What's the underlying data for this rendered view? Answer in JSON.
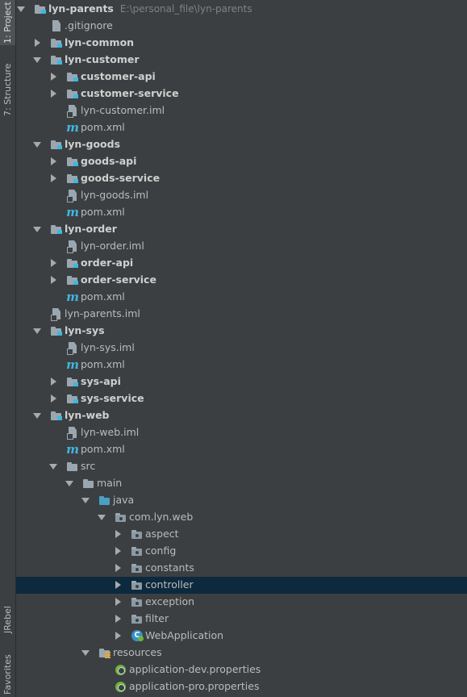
{
  "side_tabs": {
    "project": "1: Project",
    "structure": "7: Structure",
    "jrebel": "JRebel",
    "favorites": "Favorites"
  },
  "tree": [
    {
      "id": "lyn-parents",
      "label": "lyn-parents",
      "hint": "E:\\personal_file\\lyn-parents",
      "bold": true,
      "icon": "module-folder",
      "depth": 0,
      "arrow": "down"
    },
    {
      "id": "gitignore",
      "label": ".gitignore",
      "icon": "file",
      "depth": 1
    },
    {
      "id": "lyn-common",
      "label": "lyn-common",
      "bold": true,
      "icon": "module-folder",
      "depth": 1,
      "arrow": "right"
    },
    {
      "id": "lyn-customer",
      "label": "lyn-customer",
      "bold": true,
      "icon": "module-folder",
      "depth": 1,
      "arrow": "down"
    },
    {
      "id": "customer-api",
      "label": "customer-api",
      "bold": true,
      "icon": "module-folder",
      "depth": 2,
      "arrow": "right"
    },
    {
      "id": "customer-service",
      "label": "customer-service",
      "bold": true,
      "icon": "module-folder",
      "depth": 2,
      "arrow": "right"
    },
    {
      "id": "lyn-customer-iml",
      "label": "lyn-customer.iml",
      "icon": "iml",
      "depth": 2
    },
    {
      "id": "customer-pom",
      "label": "pom.xml",
      "icon": "maven",
      "depth": 2
    },
    {
      "id": "lyn-goods",
      "label": "lyn-goods",
      "bold": true,
      "icon": "module-folder",
      "depth": 1,
      "arrow": "down"
    },
    {
      "id": "goods-api",
      "label": "goods-api",
      "bold": true,
      "icon": "module-folder",
      "depth": 2,
      "arrow": "right"
    },
    {
      "id": "goods-service",
      "label": "goods-service",
      "bold": true,
      "icon": "module-folder",
      "depth": 2,
      "arrow": "right"
    },
    {
      "id": "lyn-goods-iml",
      "label": "lyn-goods.iml",
      "icon": "iml",
      "depth": 2
    },
    {
      "id": "goods-pom",
      "label": "pom.xml",
      "icon": "maven",
      "depth": 2
    },
    {
      "id": "lyn-order",
      "label": "lyn-order",
      "bold": true,
      "icon": "module-folder",
      "depth": 1,
      "arrow": "down"
    },
    {
      "id": "lyn-order-iml",
      "label": "lyn-order.iml",
      "icon": "iml",
      "depth": 2
    },
    {
      "id": "order-api",
      "label": "order-api",
      "bold": true,
      "icon": "module-folder",
      "depth": 2,
      "arrow": "right"
    },
    {
      "id": "order-service",
      "label": "order-service",
      "bold": true,
      "icon": "module-folder",
      "depth": 2,
      "arrow": "right"
    },
    {
      "id": "order-pom",
      "label": "pom.xml",
      "icon": "maven",
      "depth": 2
    },
    {
      "id": "lyn-parents-iml",
      "label": "lyn-parents.iml",
      "icon": "iml",
      "depth": 1
    },
    {
      "id": "lyn-sys",
      "label": "lyn-sys",
      "bold": true,
      "icon": "module-folder",
      "depth": 1,
      "arrow": "down"
    },
    {
      "id": "lyn-sys-iml",
      "label": "lyn-sys.iml",
      "icon": "iml",
      "depth": 2
    },
    {
      "id": "sys-pom",
      "label": "pom.xml",
      "icon": "maven",
      "depth": 2
    },
    {
      "id": "sys-api",
      "label": "sys-api",
      "bold": true,
      "icon": "module-folder",
      "depth": 2,
      "arrow": "right"
    },
    {
      "id": "sys-service",
      "label": "sys-service",
      "bold": true,
      "icon": "module-folder",
      "depth": 2,
      "arrow": "right"
    },
    {
      "id": "lyn-web",
      "label": "lyn-web",
      "bold": true,
      "icon": "module-folder",
      "depth": 1,
      "arrow": "down"
    },
    {
      "id": "lyn-web-iml",
      "label": "lyn-web.iml",
      "icon": "iml",
      "depth": 2
    },
    {
      "id": "web-pom",
      "label": "pom.xml",
      "icon": "maven",
      "depth": 2
    },
    {
      "id": "src",
      "label": "src",
      "icon": "folder",
      "depth": 2,
      "arrow": "down"
    },
    {
      "id": "main",
      "label": "main",
      "icon": "folder",
      "depth": 3,
      "arrow": "down"
    },
    {
      "id": "java",
      "label": "java",
      "icon": "src-folder",
      "depth": 4,
      "arrow": "down"
    },
    {
      "id": "com-lyn-web",
      "label": "com.lyn.web",
      "icon": "package",
      "depth": 5,
      "arrow": "down"
    },
    {
      "id": "aspect",
      "label": "aspect",
      "icon": "package",
      "depth": 6,
      "arrow": "right"
    },
    {
      "id": "config",
      "label": "config",
      "icon": "package",
      "depth": 6,
      "arrow": "right"
    },
    {
      "id": "constants",
      "label": "constants",
      "icon": "package",
      "depth": 6,
      "arrow": "right"
    },
    {
      "id": "controller",
      "label": "controller",
      "icon": "package",
      "depth": 6,
      "arrow": "right",
      "selected": true
    },
    {
      "id": "exception",
      "label": "exception",
      "icon": "package",
      "depth": 6,
      "arrow": "right"
    },
    {
      "id": "filter",
      "label": "filter",
      "icon": "package",
      "depth": 6,
      "arrow": "right"
    },
    {
      "id": "web-application",
      "label": "WebApplication",
      "icon": "java-class",
      "depth": 6,
      "arrow": "right"
    },
    {
      "id": "resources",
      "label": "resources",
      "icon": "resources-folder",
      "depth": 4,
      "arrow": "down"
    },
    {
      "id": "app-dev-props",
      "label": "application-dev.properties",
      "icon": "spring",
      "depth": 5
    },
    {
      "id": "app-pro-props",
      "label": "application-pro.properties",
      "icon": "spring",
      "depth": 5
    }
  ]
}
